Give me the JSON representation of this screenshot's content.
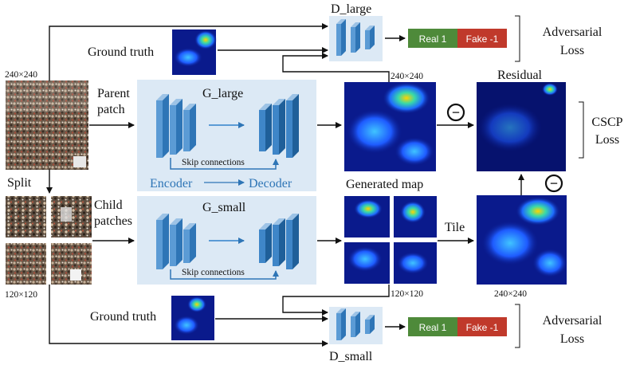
{
  "labels": {
    "d_large": "D_large",
    "d_small": "D_small",
    "ground_truth_top": "Ground truth",
    "ground_truth_bottom": "Ground truth",
    "size_240_left": "240×240",
    "size_240_map": "240×240",
    "size_240_tile": "240×240",
    "size_120_left": "120×120",
    "size_120_map": "120×120",
    "parent_patch_1": "Parent",
    "parent_patch_2": "patch",
    "child_patches_1": "Child",
    "child_patches_2": "patches",
    "split": "Split",
    "g_large": "G_large",
    "g_small": "G_small",
    "skip_top": "Skip connections",
    "skip_bottom": "Skip connections",
    "encoder": "Encoder",
    "decoder": "Decoder",
    "generated_map": "Generated map",
    "tile": "Tile",
    "residual": "Residual",
    "minus_1": "−",
    "minus_2": "−",
    "real_top": "Real 1",
    "fake_top": "Fake -1",
    "real_bottom": "Real 1",
    "fake_bottom": "Fake -1",
    "adv_loss_top_1": "Adversarial",
    "adv_loss_top_2": "Loss",
    "adv_loss_bottom_1": "Adversarial",
    "adv_loss_bottom_2": "Loss",
    "cscp_1": "CSCP",
    "cscp_2": "Loss"
  },
  "colors": {
    "panel_bg": "#dce9f5",
    "layer_front": "#5b9bd5",
    "layer_side": "#2e75b6",
    "real_green": "#4e8a3a",
    "fake_red": "#c0392b",
    "text_blue": "#2e75b6",
    "map_dark": "#0a1a8c"
  }
}
